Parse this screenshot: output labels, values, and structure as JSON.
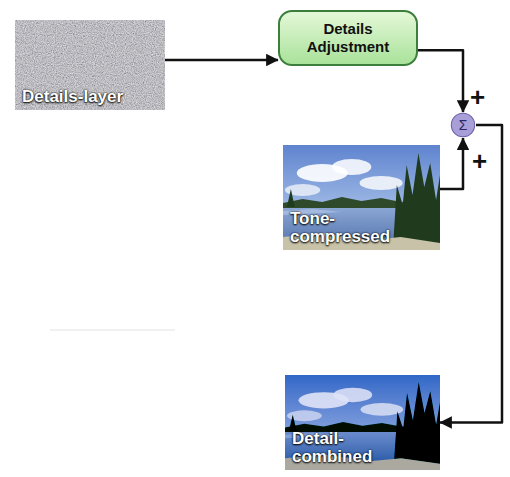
{
  "diagram": {
    "nodes": [
      {
        "text": [
          "Details-layer"
        ]
      },
      {
        "text": [
          "Details Adjustment"
        ]
      },
      {
        "text": [
          "Tone-compressed"
        ]
      },
      {
        "text": [
          "Σ"
        ]
      },
      {
        "text": [
          "Detail-combined"
        ]
      }
    ],
    "edges": [
      {
        "from": 0,
        "to": 1,
        "arrow": "to"
      },
      {
        "from": 1,
        "to": 3,
        "arrow": "to"
      },
      {
        "from": 2,
        "to": 3,
        "arrow": "to"
      },
      {
        "from": 3,
        "to": 4,
        "arrow": "to"
      }
    ],
    "labels": [
      "+",
      "+"
    ]
  }
}
